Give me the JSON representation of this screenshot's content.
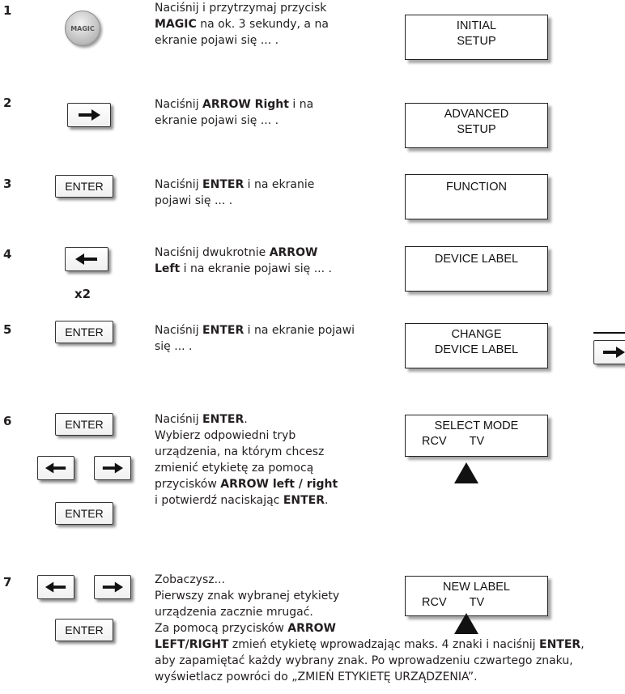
{
  "steps": [
    {
      "number": "1",
      "text": [
        "Naciśnij i przytrzymaj przycisk",
        "<b>MAGIC</b> na ok. 3 sekundy, a na",
        "ekranie pojawi się ... ."
      ],
      "lcd": [
        "INITIAL",
        "SETUP"
      ]
    },
    {
      "number": "2",
      "text": [
        "Naciśnij <b>ARROW Right</b> i na",
        "ekranie pojawi się ... ."
      ],
      "lcd": [
        "ADVANCED",
        "SETUP"
      ]
    },
    {
      "number": "3",
      "text": [
        "Naciśnij <b>ENTER</b> i na ekranie",
        "pojawi się ... ."
      ],
      "lcd": [
        "FUNCTION"
      ]
    },
    {
      "number": "4",
      "text": [
        "Naciśnij dwukrotnie <b>ARROW</b>",
        "<b>Left</b> i na ekranie pojawi się ... ."
      ],
      "lcd": [
        "DEVICE LABEL"
      ],
      "multiplier": "x2"
    },
    {
      "number": "5",
      "text": [
        "Naciśnij <b>ENTER</b> i na ekranie pojawi",
        "się ... ."
      ],
      "lcd": [
        "CHANGE",
        "DEVICE LABEL"
      ]
    },
    {
      "number": "6",
      "text": [
        "Naciśnij <b>ENTER</b>.",
        "Wybierz odpowiedni tryb",
        "urządzenia, na którym chcesz",
        "zmienić etykietę za pomocą",
        "przycisków <b>ARROW left / right</b>",
        "i potwierdź naciskając <b>ENTER</b>."
      ],
      "lcd": [
        "SELECT MODE"
      ],
      "lcd_modes": [
        "RCV",
        "TV"
      ]
    },
    {
      "number": "7",
      "text": [
        "Zobaczysz...",
        "Pierwszy znak wybranej etykiety",
        "urządzenia zacznie mrugać.",
        "Za pomocą przycisków <b>ARROW</b>"
      ],
      "text_wide": [
        "<b>LEFT/RIGHT</b> zmień etykietę wprowadzając maks. 4 znaki i naciśnij <b>ENTER</b>,",
        "aby zapamiętać każdy wybrany znak. Po wprowadzeniu czwartego znaku,",
        "wyświetlacz powróci do „ZMIEŃ ETYKIETĘ URZĄDZENIA”."
      ],
      "lcd": [
        "NEW LABEL"
      ],
      "lcd_modes": [
        "RCV",
        "TV"
      ]
    }
  ],
  "buttons": {
    "magic_label": "MAGIC",
    "enter_label": "ENTER"
  }
}
